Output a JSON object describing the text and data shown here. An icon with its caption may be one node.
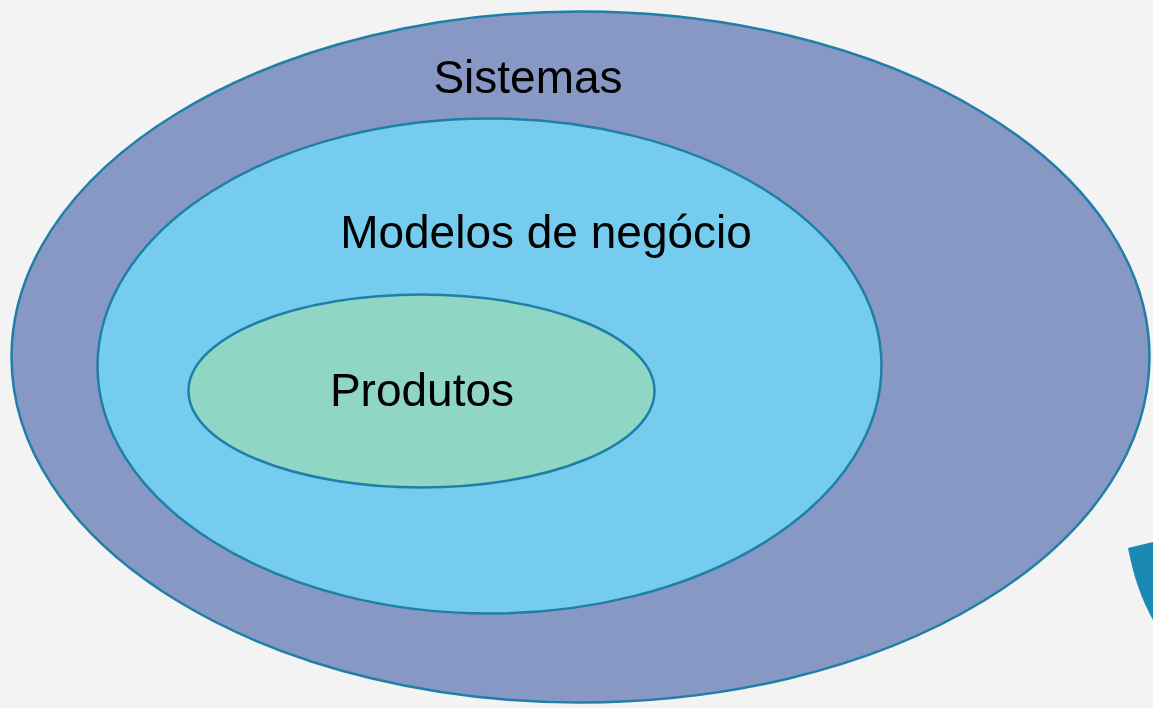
{
  "diagram": {
    "nodes": [
      {
        "text": [
          "Sistemas"
        ]
      },
      {
        "text": [
          "Modelos de negócio"
        ],
        "in": 0
      },
      {
        "text": [
          "Produtos"
        ],
        "in": 1
      }
    ]
  }
}
